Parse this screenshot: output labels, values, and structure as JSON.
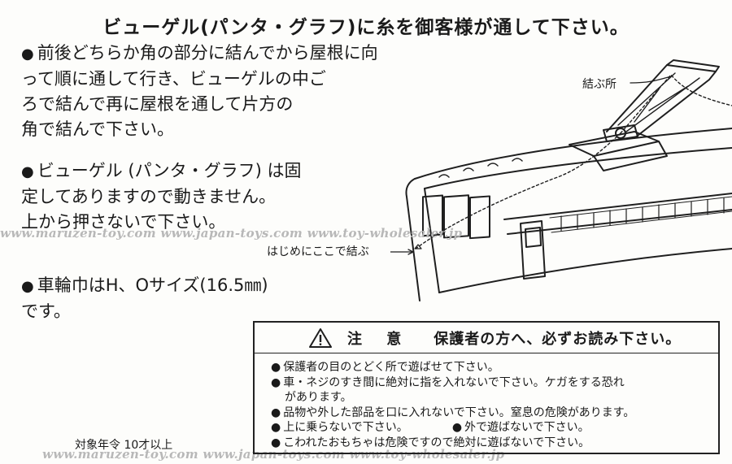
{
  "title": "ビューゲル(パンタ・グラフ)に糸を御客様が通して下さい。",
  "paragraph1": [
    "前後どちらか角の部分に結んでから屋根に向",
    "って順に通して行き、ビューゲルの中ご",
    "ろで結んで再に屋根を通して片方の",
    "角で結んで下さい。"
  ],
  "paragraph2": [
    "ビューゲル (パンタ・グラフ) は固",
    "定してありますので動きません。",
    "上から押さないで下さい。"
  ],
  "paragraph3": [
    "車輪巾はH、Oサイズ(16.5㎜)",
    "です。"
  ],
  "bullet": "●",
  "label_knot": "結ぶ所",
  "label_start": "はじめにここで結ぶ",
  "watermark": "www.maruzen-toy.com www.japan-toys.com www.toy-wholesaler.jp",
  "warning": {
    "title": "注 意",
    "subtitle": "保護者の方へ、必ずお読み下さい。",
    "items": [
      "保護者の目のとどく所で遊ばせて下さい。",
      "車・ネジのすき間に絶対に指を入れないで下さい。ケガをする恐れ",
      "があります。",
      "品物や外した部品を口に入れないで下さい。窒息の危険があります。",
      "上に乗らないで下さい。",
      "外で遊ばないで下さい。",
      "こわれたおもちゃは危険ですので絶対に遊ばないで下さい。"
    ]
  },
  "age_label": "対象年令 10才以上"
}
